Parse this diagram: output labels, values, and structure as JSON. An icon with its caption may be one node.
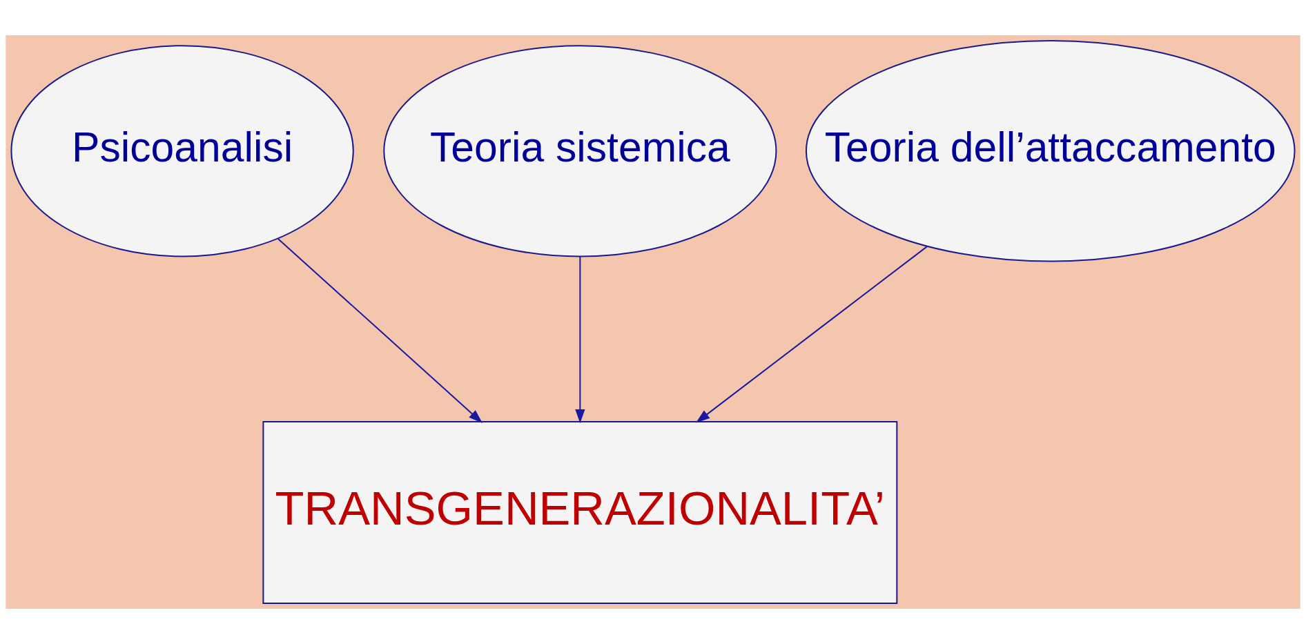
{
  "diagram": {
    "nodes": [
      {
        "text": [
          "Psicoanalisi"
        ]
      },
      {
        "text": [
          "Teoria sistemica"
        ]
      },
      {
        "text": [
          "Teoria dell’attaccamento"
        ]
      },
      {
        "text": [
          "TRANSGENERAZIONALITA’"
        ]
      }
    ],
    "edges": [
      {
        "from": 0,
        "to": 3,
        "arrow": "to"
      },
      {
        "from": 1,
        "to": 3,
        "arrow": "to"
      },
      {
        "from": 2,
        "to": 3,
        "arrow": "to"
      }
    ]
  }
}
